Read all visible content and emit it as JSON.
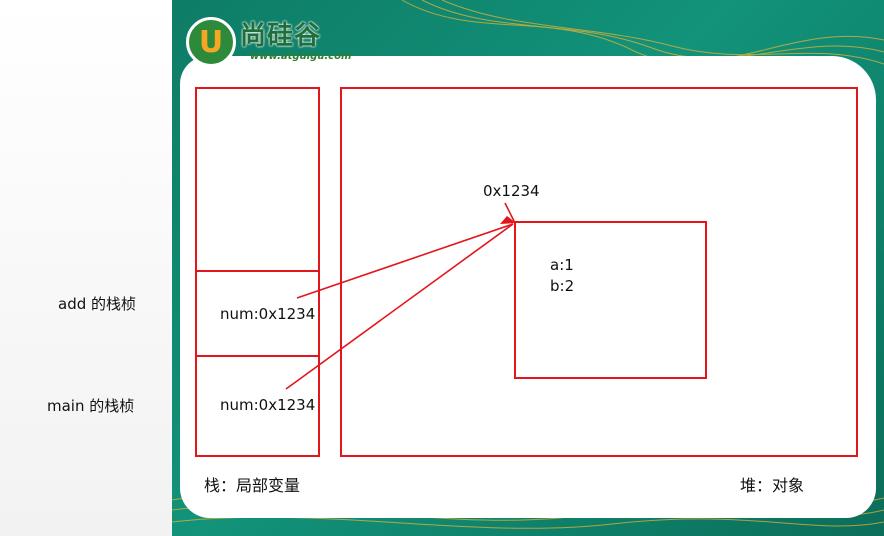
{
  "logo": {
    "brand_cn": "尚硅谷",
    "url": "www.atguigu.com"
  },
  "labels": {
    "add_frame": "add 的栈桢",
    "main_frame": "main 的栈桢",
    "stack_caption": "栈：局部变量",
    "heap_caption": "堆：对象"
  },
  "stack_frames": [
    {
      "var": "num:0x1234"
    },
    {
      "var": "num:0x1234"
    }
  ],
  "heap_object": {
    "address": "0x1234",
    "fields": [
      "a:1",
      "b:2"
    ]
  },
  "colors": {
    "diagram_red": "#e3161b",
    "slide_green": "#0e7c66",
    "accent_gold": "#f5a623"
  }
}
